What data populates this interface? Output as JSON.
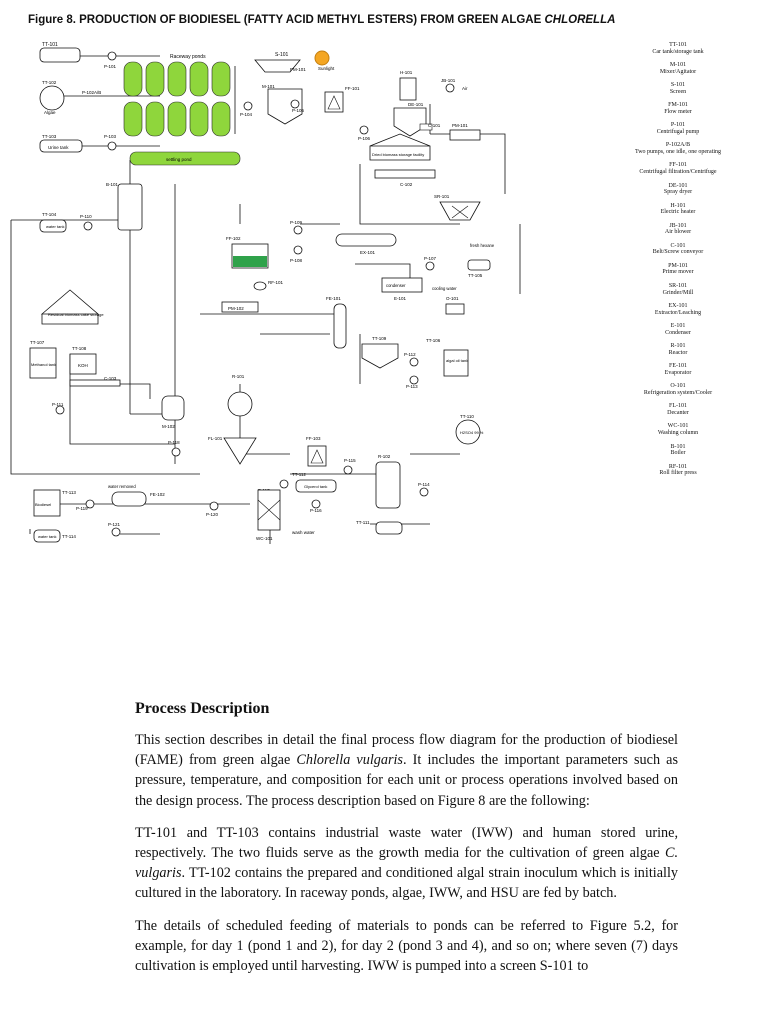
{
  "figure": {
    "title": "Figure 8. PRODUCTION OF BIODIESEL (FATTY ACID METHYL ESTERS) FROM GREEN ALGAE",
    "title_italic": "CHLORELLA",
    "title_cont": "VULGARIS"
  },
  "diagram": {
    "labels": {
      "tt101": "TT-101",
      "p101": "P-101",
      "raceway": "Raceway ponds",
      "s101": "S-101",
      "sunlight": "Sunlight",
      "pm101": "PM-101",
      "m101": "M-101",
      "p104": "P-104",
      "p105": "P-105",
      "ff101": "FF-101",
      "h101": "H-101",
      "jb101": "JB-101",
      "air": "Air",
      "de101": "DE-101",
      "tt102": "TT-102",
      "p102ab": "P-102A/B",
      "algae": "Algae",
      "tt103": "TT-103",
      "p103": "P-103",
      "urine": "Urine tank",
      "settling": "settling pond",
      "c101": "C-101",
      "pm101b": "PM-101",
      "p106": "P-106",
      "dried": "Dried biomass storage facility",
      "c102": "C-102",
      "b101": "B-101",
      "sr101": "SR-101",
      "tt104": "TT-104",
      "p110": "P-110",
      "water": "water tank",
      "p109": "P-109",
      "ex101": "EX-101",
      "ff102": "FF-102",
      "p108": "P-108",
      "hexane": "fresh hexane",
      "p107": "P-107",
      "tt105": "TT-105",
      "rf101": "RF-101",
      "pm102": "PM-102",
      "condenser": "condenser",
      "e101": "E-101",
      "fe101": "FE-101",
      "cooling": "cooling water",
      "o101": "O-101",
      "residual": "Residual biomass cake storage",
      "tt107": "TT-107",
      "tt108": "TT-108",
      "methanol": "Methanol tank",
      "koh": "KOH",
      "c103": "C-103",
      "tt109": "TT-109",
      "tt106": "TT-106",
      "p112": "P-112",
      "algaloil": "algal oil tank",
      "p113": "P-113",
      "p111": "P-111",
      "r101": "R-101",
      "m102": "M-102",
      "tt110": "TT-110",
      "h2so4": "H2SO4 99 %",
      "p118": "P-118",
      "fl101": "FL-101",
      "ff103": "FF-103",
      "p115": "P-115",
      "r102": "R-102",
      "tt112": "TT-112",
      "glycerol": "Glycerol tank",
      "p117": "P-117",
      "p116": "P-116",
      "tt113": "TT-113",
      "biodiesel": "Biodiesel",
      "water_removed": "water removed",
      "fe102": "FE-102",
      "p119": "P-119",
      "p120": "P-120",
      "p114": "P-114",
      "tt114": "TT-114",
      "watertank2": "water tank",
      "p121": "P-121",
      "wc101": "WC-101",
      "washwater": "wash water",
      "tt111": "TT-111"
    }
  },
  "legend": [
    {
      "code": "TT-101",
      "desc": "Car tank/storage tank"
    },
    {
      "code": "M-101",
      "desc": "Mixer/Agitator"
    },
    {
      "code": "S-101",
      "desc": "Screen"
    },
    {
      "code": "FM-101",
      "desc": "Flow meter"
    },
    {
      "code": "P-101",
      "desc": "Centrifugal pump"
    },
    {
      "code": "P-102A/B",
      "desc": "Two pumps, one idle, one operating"
    },
    {
      "code": "FF-101",
      "desc": "Centrifugal filtration/Centrifuge"
    },
    {
      "code": "DE-101",
      "desc": "Spray dryer"
    },
    {
      "code": "H-101",
      "desc": "Electric heater"
    },
    {
      "code": "JB-101",
      "desc": "Air blower"
    },
    {
      "code": "C-101",
      "desc": "Belt/Screw conveyor"
    },
    {
      "code": "PM-101",
      "desc": "Prime mover"
    },
    {
      "code": "SR-101",
      "desc": "Grinder/Mill"
    },
    {
      "code": "EX-101",
      "desc": "Extractor/Leaching"
    },
    {
      "code": "E-101",
      "desc": "Condenser"
    },
    {
      "code": "R-101",
      "desc": "Reactor"
    },
    {
      "code": "FE-101",
      "desc": "Evaporator"
    },
    {
      "code": "O-101",
      "desc": "Refrigeration system/Cooler"
    },
    {
      "code": "FL-101",
      "desc": "Decanter"
    },
    {
      "code": "WC-101",
      "desc": "Washing column"
    },
    {
      "code": "B-101",
      "desc": "Boiler"
    },
    {
      "code": "RF-101",
      "desc": "Roll filter press"
    }
  ],
  "section": {
    "heading": "Process Description",
    "p1_a": "This section describes in detail the final process flow diagram for the production of biodiesel (FAME) from green algae ",
    "p1_i": "Chlorella vulgaris",
    "p1_b": ". It includes the important parameters such as pressure, temperature, and composition for each unit or process operations involved based on the design process. The process description based on Figure 8 are the following:",
    "p2_a": "TT-101 and TT-103 contains industrial waste water (IWW) and human stored urine, respectively. The two fluids serve as the growth media for the cultivation of green algae ",
    "p2_i": "C. vulgaris",
    "p2_b": ". TT-102 contains the prepared and conditioned algal strain inoculum which is initially cultured in the laboratory. In raceway ponds, algae, IWW, and HSU are fed by batch.",
    "p3": "The details of scheduled feeding of materials to ponds can be referred to Figure 5.2, for example, for day 1 (pond 1 and 2), for day 2 (pond 3 and 4), and so on; where seven (7) days cultivation is employed until harvesting. IWW is pumped into a screen S-101 to"
  }
}
